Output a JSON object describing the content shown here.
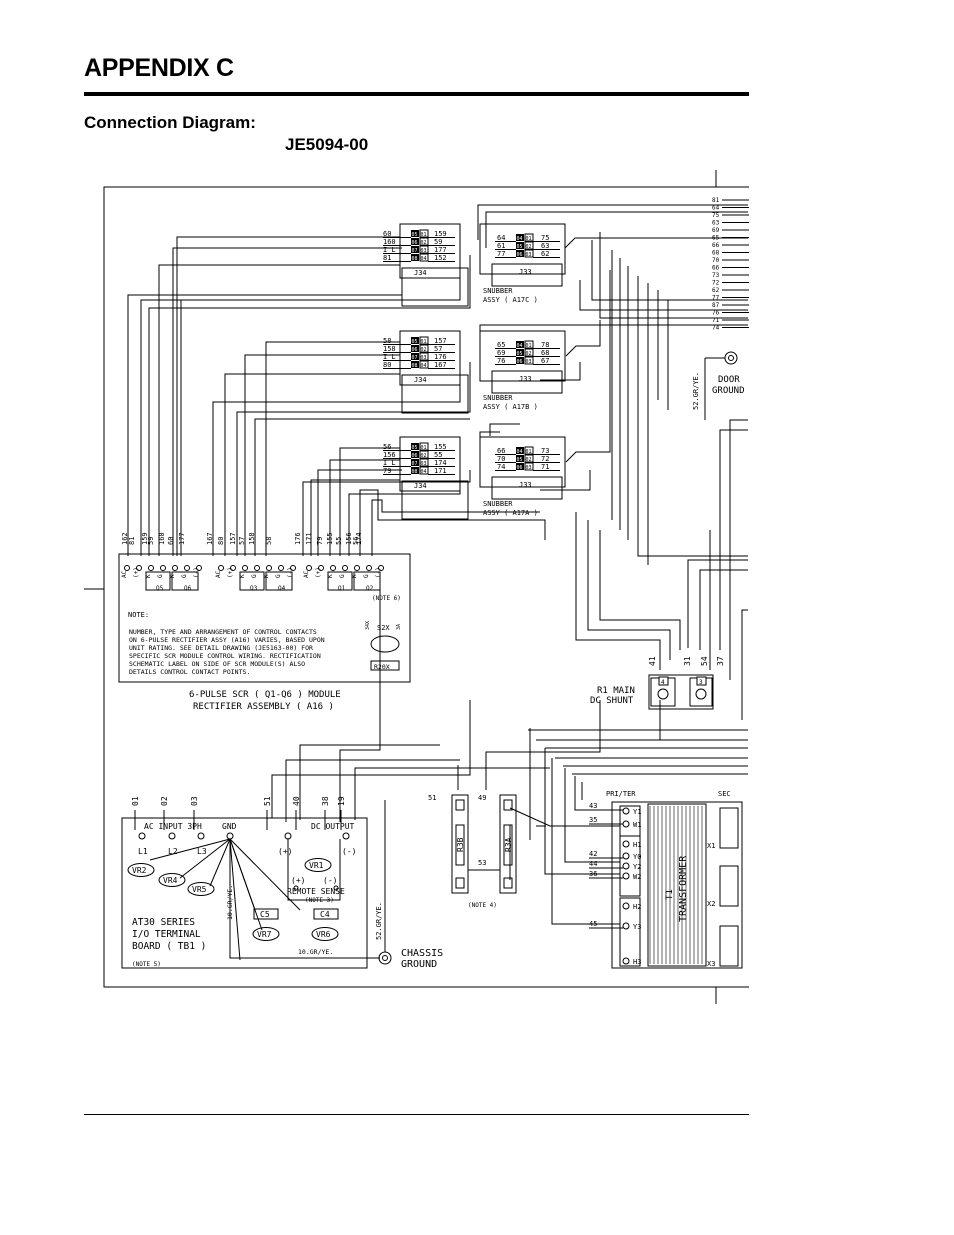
{
  "header": {
    "title": "APPENDIX C",
    "caption": "Connection Diagram:",
    "drawing_number": "JE5094-00"
  },
  "diagram": {
    "snubbers": [
      {
        "assy_label": "SNUBBER",
        "assy_name": "ASSY ( A17C )",
        "j34_label": "J34",
        "j33_label": "J33",
        "j34_left": [
          "60",
          "160",
          "I L",
          "81"
        ],
        "j34_right": [
          "159",
          "59",
          "177",
          "152"
        ],
        "j34_pins": [
          "05",
          "06",
          "07",
          "08"
        ],
        "j34_pins2": [
          "01",
          "02",
          "03",
          "04"
        ],
        "j33_left": [
          "64",
          "61",
          "77"
        ],
        "j33_right": [
          "75",
          "63",
          "62"
        ],
        "j33_pins": [
          "04",
          "05",
          "06"
        ],
        "j33_pins2": [
          "01",
          "02",
          "03"
        ]
      },
      {
        "assy_label": "SNUBBER",
        "assy_name": "ASSY ( A17B )",
        "j34_label": "J34",
        "j33_label": "J33",
        "j34_left": [
          "58",
          "158",
          "I L",
          "80"
        ],
        "j34_right": [
          "157",
          "57",
          "176",
          "167"
        ],
        "j34_pins": [
          "05",
          "06",
          "07",
          "08"
        ],
        "j34_pins2": [
          "01",
          "02",
          "03",
          "04"
        ],
        "j33_left": [
          "65",
          "69",
          "76"
        ],
        "j33_right": [
          "78",
          "68",
          "67"
        ],
        "j33_pins": [
          "04",
          "05",
          "06"
        ],
        "j33_pins2": [
          "01",
          "02",
          "03"
        ]
      },
      {
        "assy_label": "SNUBBER",
        "assy_name": "ASSY ( A17A )",
        "j34_label": "J34",
        "j33_label": "J33",
        "j34_left": [
          "56",
          "156",
          "I L",
          "79"
        ],
        "j34_right": [
          "155",
          "55",
          "174",
          "171"
        ],
        "j34_pins": [
          "05",
          "06",
          "07",
          "08"
        ],
        "j34_pins2": [
          "01",
          "02",
          "03",
          "04"
        ],
        "j33_left": [
          "66",
          "70",
          "74"
        ],
        "j33_right": [
          "73",
          "72",
          "71"
        ],
        "j33_pins": [
          "04",
          "05",
          "06"
        ],
        "j33_pins2": [
          "01",
          "02",
          "03"
        ]
      }
    ],
    "right_wires": [
      "81",
      "64",
      "75",
      "63",
      "69",
      "65",
      "66",
      "68",
      "70",
      "66",
      "73",
      "72",
      "62",
      "77",
      "87",
      "76",
      "71",
      "74"
    ],
    "rectifier_wires": [
      "162",
      "81",
      "159",
      "59",
      "160",
      "60",
      "177",
      "167",
      "80",
      "157",
      "57",
      "158",
      "58",
      "176",
      "171",
      "79",
      "155",
      "55",
      "156",
      "56",
      "174"
    ],
    "rectifier_polarity": [
      "AC",
      "(+)",
      "K",
      "G",
      "K",
      "G",
      "(-)"
    ],
    "rectifier_modules": [
      "Q5",
      "Q6",
      "Q3",
      "Q4",
      "Q1",
      "Q2"
    ],
    "note6": "(NOTE 6)",
    "note_heading": "NOTE:",
    "note_lines": [
      "NUMBER, TYPE AND ARRANGEMENT OF CONTROL CONTACTS",
      "ON 6-PULSE RECTIFIER ASSY (A16) VARIES, BASED UPON",
      "UNIT RATING.  SEE DETAIL DRAWING (JE5163-00) FOR",
      "SPECIFIC SCR MODULE CONTROL WIRING.  RECTIFICATION",
      "SCHEMATIC LABEL ON SIDE OF SCR MODULE(S) ALSO",
      "DETAILS CONTROL CONTACT POINTS."
    ],
    "s2x_label": "S2X",
    "s2x_pins": [
      "34X",
      "3A"
    ],
    "r20x_label": "R20X",
    "rectifier_title": "6-PULSE SCR ( Q1-Q6 ) MODULE",
    "rectifier_subtitle": "RECTIFIER ASSEMBLY ( A16 )",
    "door_ground_1": "DOOR",
    "door_ground_2": "GROUND",
    "door_ground_wire": "52.GR/YE.",
    "shunt_wires": [
      "41",
      "31",
      "54",
      "37"
    ],
    "shunt_terminals": [
      "4",
      "3"
    ],
    "shunt_label_1": "R1 MAIN",
    "shunt_label_2": "DC SHUNT",
    "tb_wires": [
      "01",
      "02",
      "03",
      "51",
      "40",
      "38",
      "19"
    ],
    "tb_ac_label": "AC INPUT 3PH",
    "tb_gnd_label": "GND",
    "tb_dc_label": "DC OUTPUT",
    "tb_l_labels": [
      "L1",
      "L2",
      "L3"
    ],
    "tb_plus": "(+)",
    "tb_minus": "(-)",
    "tb_vr": [
      "VR2",
      "VR4",
      "VR5",
      "VR1",
      "VR7",
      "VR6"
    ],
    "tb_c": [
      "C5",
      "C4"
    ],
    "remote_sense": "REMOTE SENSE",
    "remote_plus": "(+)",
    "remote_minus": "(-)",
    "note3": "(NOTE 3)",
    "gnd_wire_1": "10.GR/YE.",
    "gnd_wire_2": "10.GR/YE.",
    "tb_title_1": "AT30 SERIES",
    "tb_title_2": "I/O TERMINAL",
    "tb_title_3": "BOARD ( TB1 )",
    "note5": "(NOTE 5)",
    "chassis_wire": "52.GR/YE.",
    "chassis_1": "CHASSIS",
    "chassis_2": "GROUND",
    "r3b_label": "R3B",
    "r3a_label": "R3A",
    "r3_wires": [
      "51",
      "49",
      "53"
    ],
    "note4": "(NOTE 4)",
    "xfmr_pri": "PRI/TER",
    "xfmr_sec": "SEC",
    "xfmr_wires": [
      "43",
      "35",
      "42",
      "44",
      "36",
      "45"
    ],
    "xfmr_left_terms": [
      "Y1",
      "W1",
      "H1",
      "Y0",
      "Y2",
      "W2",
      "H2",
      "Y3",
      "H3"
    ],
    "xfmr_right_terms": [
      "X1",
      "X2",
      "X3"
    ],
    "xfmr_t1": "T1",
    "xfmr_name": "TRANSFORMER"
  }
}
